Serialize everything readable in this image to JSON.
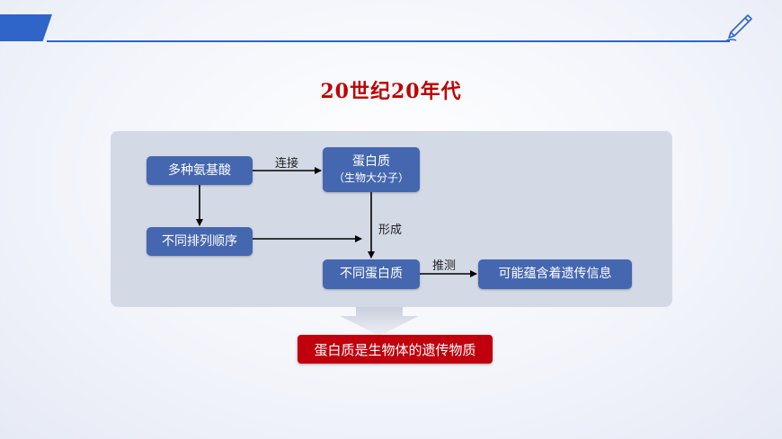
{
  "title": "20世纪20年代",
  "nodes": {
    "amino_acids": "多种氨基酸",
    "protein": "蛋白质",
    "protein_sub": "（生物大分子）",
    "different_order": "不同排列顺序",
    "different_proteins": "不同蛋白质",
    "genetic_info": "可能蕴含着遗传信息"
  },
  "edges": {
    "connect": "连接",
    "form": "形成",
    "infer": "推测"
  },
  "conclusion": "蛋白质是生物体的遗传物质",
  "colors": {
    "accent_blue": "#2f64c8",
    "node_blue": "#4567b0",
    "panel_gray": "#d4d9e6",
    "title_red": "#c00000",
    "conclusion_red": "#c0000c"
  }
}
